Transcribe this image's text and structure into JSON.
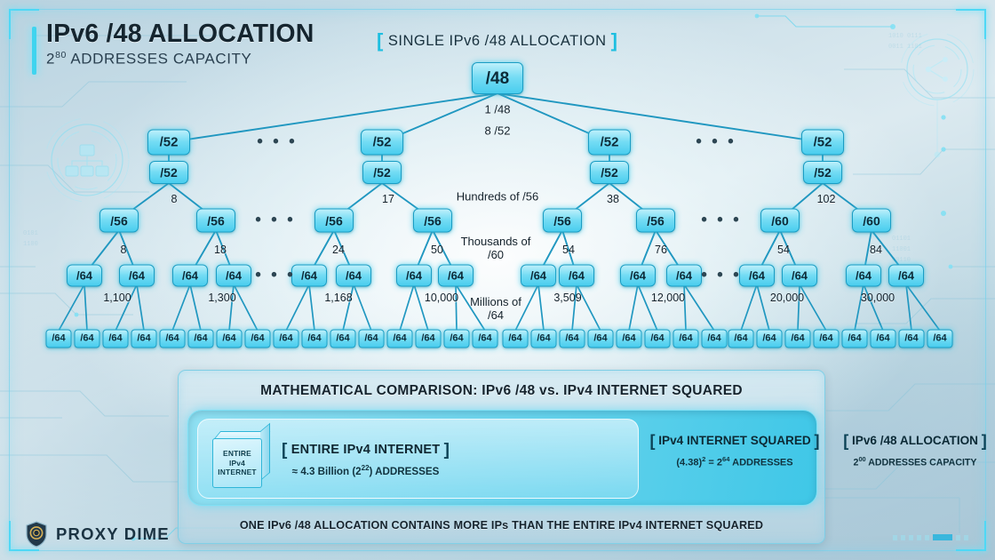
{
  "header": {
    "title": "IPv6 /48 ALLOCATION",
    "subtitle_base": "2",
    "subtitle_exp": "80",
    "subtitle_rest": " ADDRESSES CAPACITY",
    "badge": "SINGLE IPv6 /48 ALLOCATION",
    "bracket_open": "[",
    "bracket_close": "]"
  },
  "tree": {
    "root": "/48",
    "level2_label": "/52",
    "level3_label": "/56",
    "level3_alt_label": "/60",
    "leaf_label": "/64",
    "ellipsis": "• • •",
    "root_labels": [
      "1 /48",
      "8 /52"
    ],
    "center_labels": [
      "Hundreds of /56",
      "Thousands of\n/60",
      "Millions of\n/64"
    ],
    "center_label_1": "Hundreds of /56",
    "center_label_2a": "Thousands of",
    "center_label_2b": "/60",
    "center_label_3a": "Millions of",
    "center_label_3b": "/64",
    "l52_numbers": [
      "8",
      "17",
      "38",
      "102"
    ],
    "l56_numbers": [
      "8",
      "18",
      "24",
      "50",
      "54",
      "76",
      "54",
      "84"
    ],
    "l64_numbers": [
      "1,100",
      "1,300",
      "1,168",
      "10,000",
      "3,509",
      "12,000",
      "20,000",
      "30,000"
    ],
    "branch_kinds": [
      "/56",
      "/56",
      "/56",
      "/56",
      "/56",
      "/56",
      "/60",
      "/60"
    ]
  },
  "panel": {
    "title": "MATHEMATICAL COMPARISON: IPv6 /48 vs. IPv4 INTERNET SQUARED",
    "cube_line1": "ENTIRE",
    "cube_line2": "IPv4",
    "cube_line3": "INTERNET",
    "left_head": "ENTIRE IPv4 INTERNET",
    "left_sub_pre": "≈ 4.3 Billion (2",
    "left_sub_exp": "22",
    "left_sub_post": ") ADDRESSES",
    "mid_head": "IPv4 INTERNET SQUARED",
    "mid_sub_pre": "(4.38)",
    "mid_sub_exp1": "2",
    "mid_sub_mid": " = 2",
    "mid_sub_exp2": "64",
    "mid_sub_post": " ADDRESSES",
    "right_head": "IPv6 /48 ALLOCATION",
    "right_sub_pre": "2",
    "right_sub_exp": "00",
    "right_sub_post": " ADDRESSES CAPACITY",
    "footer": "ONE IPv6 /48 ALLOCATION CONTAINS MORE IPs THAN THE ENTIRE IPv4 INTERNET SQUARED",
    "bracket_open": "[",
    "bracket_close": "]"
  },
  "brand": {
    "name": "PROXY DIME",
    "icon": "shield-icon"
  },
  "colors": {
    "accent_cyan": "#3fd4ef",
    "node_fill": "#74dcf4",
    "node_border": "#1a9dc4",
    "edge": "#2097c0",
    "text_dark": "#15252f",
    "panel_bg": "#cfe6ee"
  }
}
